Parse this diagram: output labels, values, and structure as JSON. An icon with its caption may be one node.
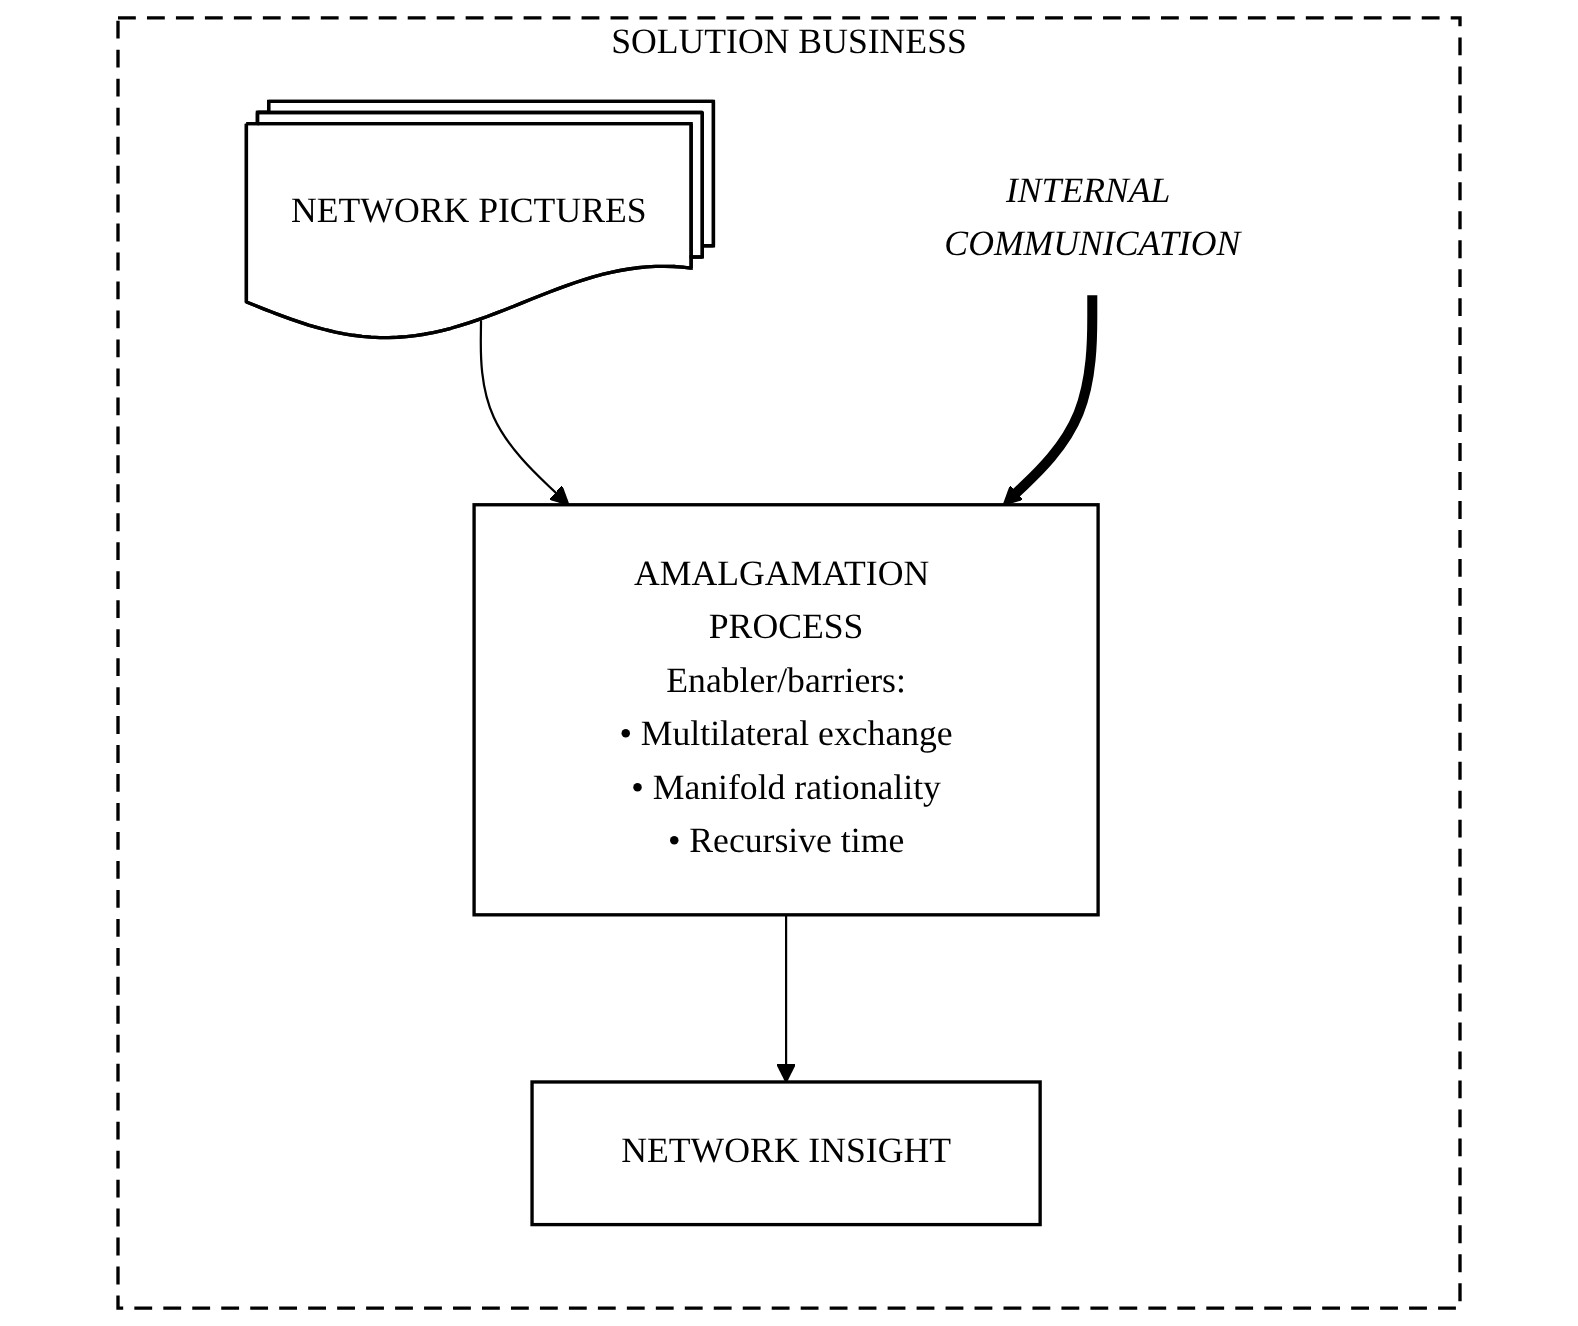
{
  "diagram": {
    "nodes": [
      {
        "text": [
          "SOLUTION BUSINESS"
        ]
      },
      {
        "text": [
          "NETWORK PICTURES"
        ],
        "in": 0
      },
      {
        "text": [
          "AMALGAMATION PROCESS",
          "Enabler/barriers:",
          "• Multilateral exchange",
          "• Manifold rationality",
          "• Recursive time"
        ],
        "in": 0
      },
      {
        "text": [
          "NETWORK INSIGHT"
        ],
        "in": 0
      },
      {
        "text": [
          "INTERNAL COMMUNICATION"
        ],
        "in": 0
      }
    ],
    "edges": [
      {
        "from": 1,
        "to": 2,
        "arrow": "to"
      },
      {
        "from": 2,
        "to": 3,
        "arrow": "to"
      },
      {
        "from": 4,
        "to": 2,
        "arrow": "to",
        "style": "thick"
      }
    ]
  }
}
